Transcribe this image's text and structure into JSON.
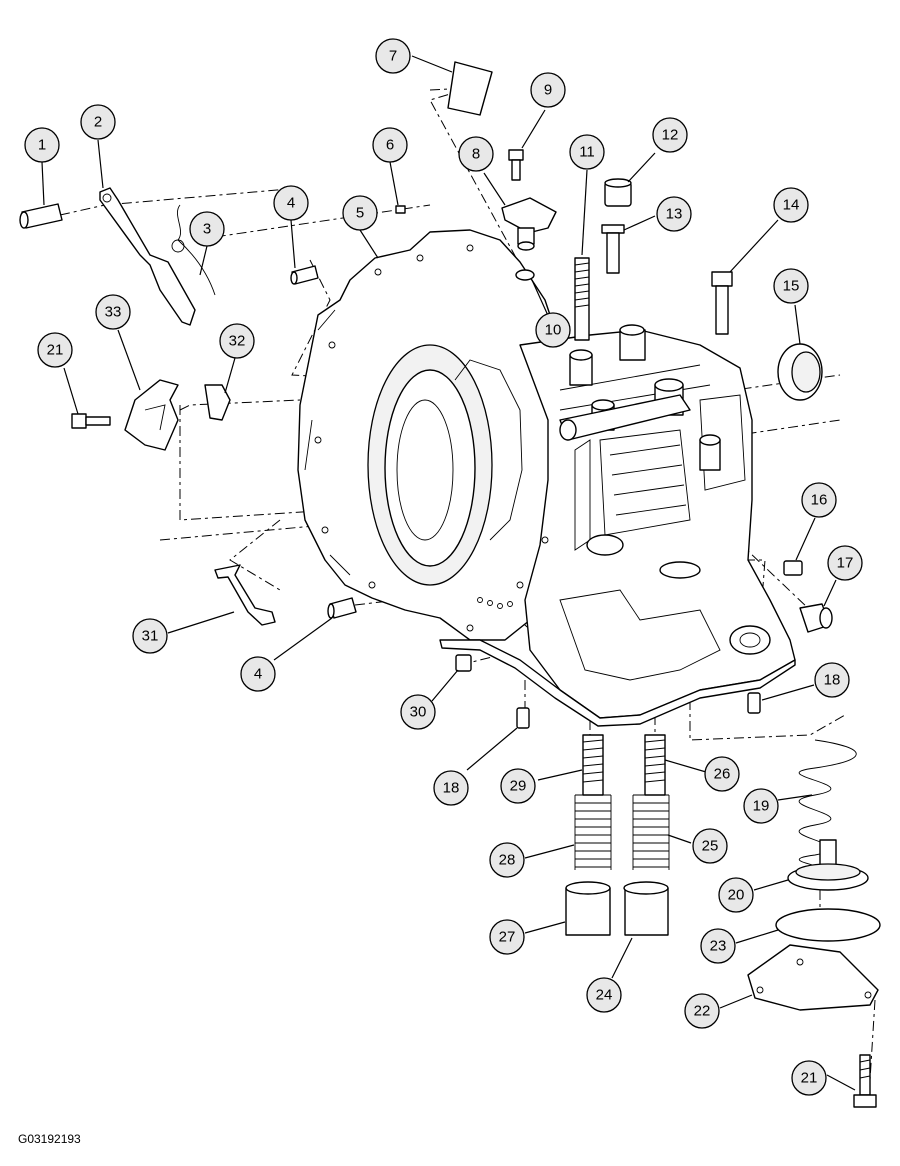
{
  "figure_code": "G03192193",
  "callouts": [
    {
      "label": "1"
    },
    {
      "label": "2"
    },
    {
      "label": "3"
    },
    {
      "label": "4"
    },
    {
      "label": "5"
    },
    {
      "label": "6"
    },
    {
      "label": "7"
    },
    {
      "label": "8"
    },
    {
      "label": "9"
    },
    {
      "label": "10"
    },
    {
      "label": "11"
    },
    {
      "label": "12"
    },
    {
      "label": "13"
    },
    {
      "label": "14"
    },
    {
      "label": "15"
    },
    {
      "label": "21"
    },
    {
      "label": "33"
    },
    {
      "label": "32"
    },
    {
      "label": "16"
    },
    {
      "label": "17"
    },
    {
      "label": "31"
    },
    {
      "label": "4"
    },
    {
      "label": "30"
    },
    {
      "label": "18"
    },
    {
      "label": "18"
    },
    {
      "label": "29"
    },
    {
      "label": "26"
    },
    {
      "label": "19"
    },
    {
      "label": "28"
    },
    {
      "label": "25"
    },
    {
      "label": "20"
    },
    {
      "label": "27"
    },
    {
      "label": "23"
    },
    {
      "label": "24"
    },
    {
      "label": "22"
    },
    {
      "label": "21"
    }
  ]
}
